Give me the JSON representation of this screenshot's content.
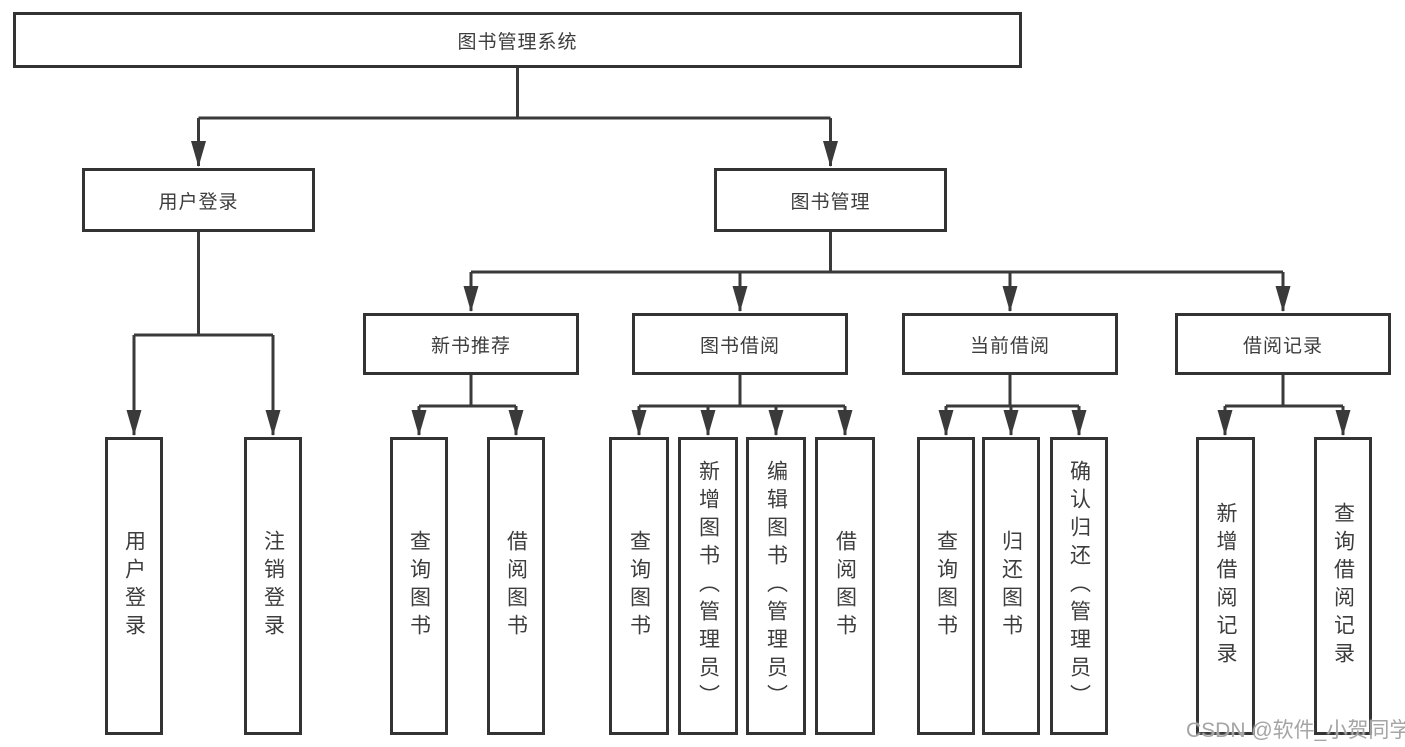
{
  "diagram_title": "图书管理系统",
  "colors": {
    "line": "#3a3a3a",
    "border": "#333333",
    "text": "#3d3d3d",
    "watermark": "#a5a5a5",
    "background": "#ffffff"
  },
  "tree": {
    "root": {
      "label": "图书管理系统"
    },
    "branches": [
      {
        "label": "用户登录",
        "children": [
          {
            "label": "用户登录"
          },
          {
            "label": "注销登录"
          }
        ]
      },
      {
        "label": "图书管理",
        "groups": [
          {
            "label": "新书推荐",
            "children": [
              {
                "label": "查询图书"
              },
              {
                "label": "借阅图书"
              }
            ]
          },
          {
            "label": "图书借阅",
            "children": [
              {
                "label": "查询图书"
              },
              {
                "label": "新增图书（管理员）"
              },
              {
                "label": "编辑图书（管理员）"
              },
              {
                "label": "借阅图书"
              }
            ]
          },
          {
            "label": "当前借阅",
            "children": [
              {
                "label": "查询图书"
              },
              {
                "label": "归还图书"
              },
              {
                "label": "确认归还（管理员）"
              }
            ]
          },
          {
            "label": "借阅记录",
            "children": [
              {
                "label": "新增借阅记录"
              },
              {
                "label": "查询借阅记录"
              }
            ]
          }
        ]
      }
    ]
  },
  "watermark": "CSDN @软件_小贺同学"
}
